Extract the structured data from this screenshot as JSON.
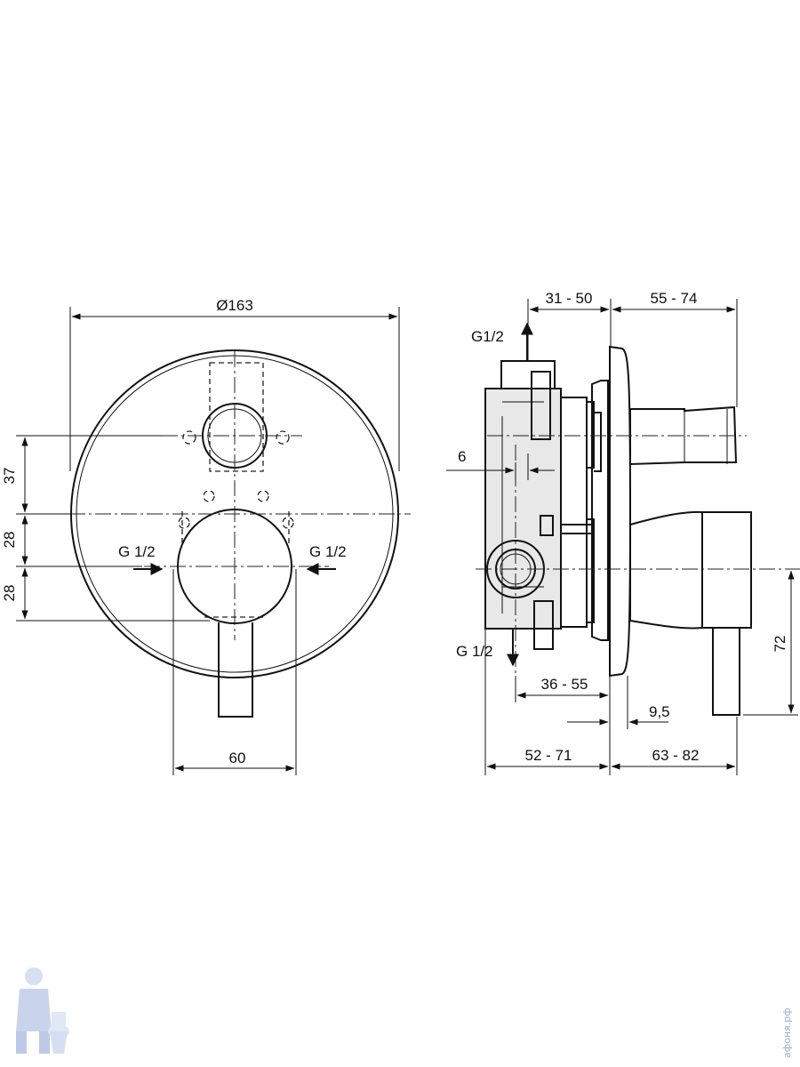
{
  "front_view": {
    "diameter_label": "Ø163",
    "dim_37": "37",
    "dim_28_top": "28",
    "dim_28_bottom": "28",
    "inlet_left": "G 1/2",
    "inlet_right": "G 1/2",
    "dim_60": "60"
  },
  "side_view": {
    "outlet_top": "G1/2",
    "outlet_bottom": "G 1/2",
    "dim_31_50": "31 - 50",
    "dim_55_74": "55 - 74",
    "dim_6": "6",
    "dim_36_55": "36 - 55",
    "dim_9_5": "9,5",
    "dim_52_71": "52 - 71",
    "dim_63_82": "63 - 82",
    "dim_72": "72"
  },
  "watermark": {
    "text": "афоня.рф",
    "logo_icon": "plumber-mascot-icon"
  },
  "colors": {
    "line": "#111111",
    "watermark": "#9aa9c9"
  }
}
